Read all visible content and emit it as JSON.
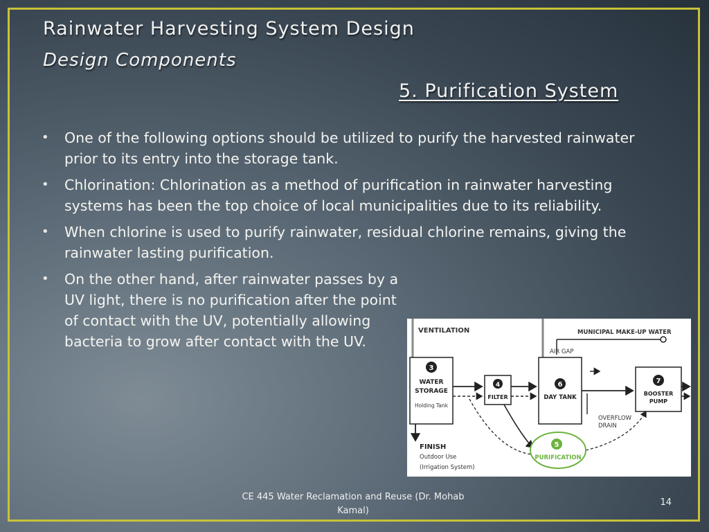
{
  "slide": {
    "title_line1": "Rainwater Harvesting System Design",
    "title_line2": "Design Components",
    "subtitle": "5. Purification System",
    "bullets": [
      "One of the following options should be utilized to purify the harvested rainwater prior to its entry into the storage tank.",
      "Chlorination: Chlorination as a method of purification in rainwater harvesting systems has been the top choice of local municipalities due to its reliability.",
      "When chlorine is used to purify rainwater, residual chlorine remains, giving the rainwater lasting purification.",
      "On the other hand, after rainwater passes by a UV light, there is no purification after the point of contact with the UV, potentially allowing bacteria to grow after contact with the UV."
    ],
    "footer": "CE 445 Water Reclamation and Reuse (Dr. Mohab Kamal)",
    "page_number": "14",
    "colors": {
      "frame": "#c8c23a",
      "purification": "#6cb33e"
    }
  },
  "diagram": {
    "ventilation": "VENTILATION",
    "municipal": "MUNICIPAL MAKE-UP WATER",
    "air_gap": "AIR GAP",
    "storage_num": "3",
    "storage_l1": "WATER",
    "storage_l2": "STORAGE",
    "storage_l3": "Holding Tank",
    "filter_num": "4",
    "filter_label": "FILTER",
    "daytank_num": "6",
    "daytank_label": "DAY TANK",
    "pump_num": "7",
    "pump_l1": "BOOSTER",
    "pump_l2": "PUMP",
    "overflow_l1": "OVERFLOW",
    "overflow_l2": "DRAIN",
    "purif_num": "5",
    "purif_label": "PURIFICATION",
    "finish_l1": "FINISH",
    "finish_l2": "Outdoor Use",
    "finish_l3": "(Irrigation System)"
  }
}
